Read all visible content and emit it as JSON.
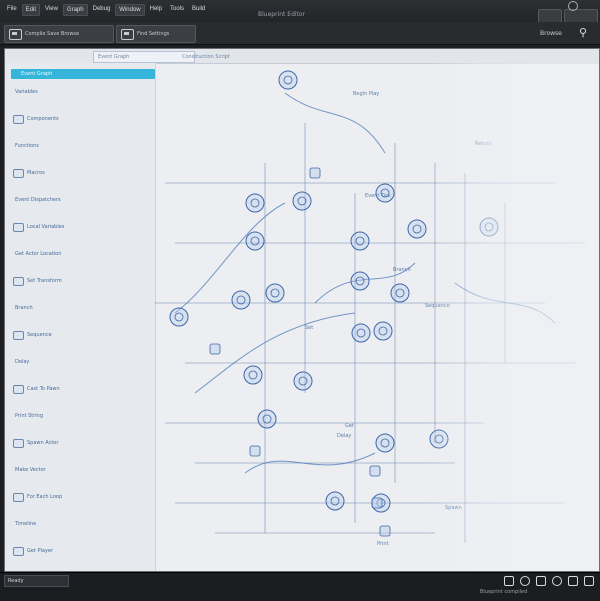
{
  "window": {
    "title": "Blueprint Editor",
    "menu": [
      "File",
      "Edit",
      "View",
      "Graph",
      "Debug",
      "Window",
      "Help",
      "Tools",
      "Build"
    ]
  },
  "toolbar": {
    "group1_label": "Compile  Save  Browse",
    "group2_label": "Find  Settings",
    "right_label": "Browse",
    "right_icon": "plug-icon"
  },
  "editor": {
    "tabs": [
      "Event Graph",
      "Construction Script"
    ],
    "palette_header": "Event Graph",
    "palette_rows": [
      "Variables",
      "Components",
      "Functions",
      "Macros",
      "Event Dispatchers",
      "Local Variables",
      "Get Actor Location",
      "Set Transform",
      "Branch",
      "Sequence",
      "Delay",
      "Cast To Pawn",
      "Print String",
      "Spawn Actor",
      "Make Vector",
      "For Each Loop",
      "Timeline",
      "Get Player"
    ],
    "node_labels": [
      "Begin Play",
      "Event Tick",
      "Branch",
      "Sequence",
      "Set",
      "Get",
      "Delay",
      "Print",
      "Spawn",
      "Return"
    ]
  },
  "statusbar": {
    "left_label": "Ready",
    "right_label": "Blueprint compiled"
  },
  "colors": {
    "accent": "#34b5d9",
    "canvas_bg": "#eceef2",
    "wire": "#5b78a6",
    "chrome_dark": "#1e1f22"
  }
}
